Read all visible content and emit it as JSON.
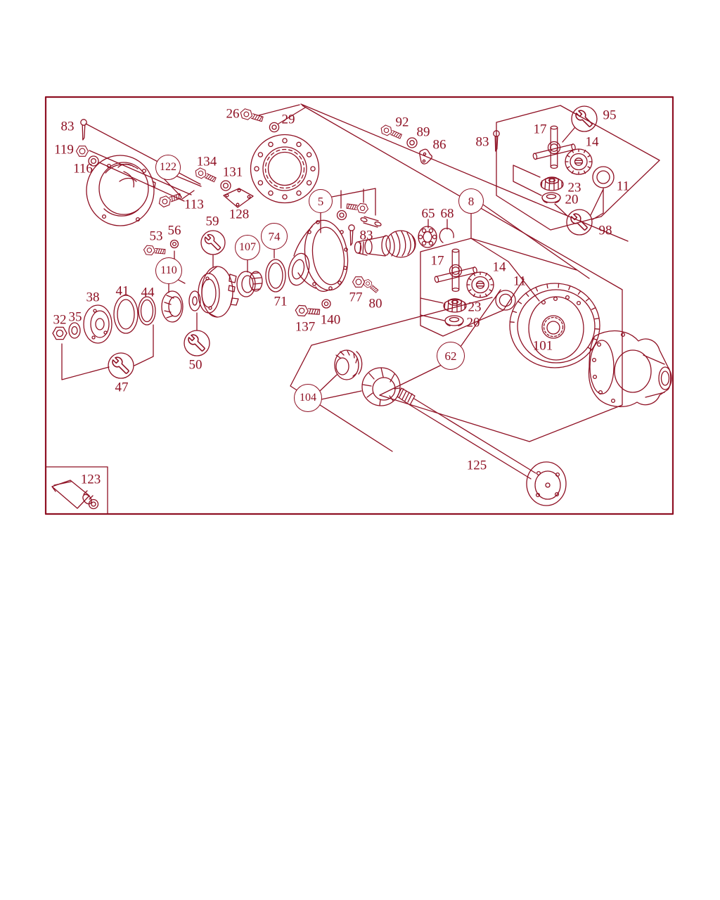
{
  "diagram": {
    "type": "exploded-parts-diagram",
    "subject": "rear axle differential assembly",
    "colors": {
      "line": "#8e1023",
      "background": "#ffffff"
    },
    "icons": {
      "tool_symbol": "wrench-icon"
    },
    "labels": {
      "n83a": "83",
      "n119": "119",
      "n116": "116",
      "n113": "113",
      "n134": "134",
      "n131": "131",
      "n128": "128",
      "n26": "26",
      "n29": "29",
      "n92": "92",
      "n89": "89",
      "n86": "86",
      "n83b": "83",
      "n17a": "17",
      "n95": "95",
      "n14a": "14",
      "n23a": "23",
      "n20a": "20",
      "n11a": "11",
      "n98": "98",
      "n83c": "83",
      "n65": "65",
      "n68": "68",
      "n17b": "17",
      "n14b": "14",
      "n23b": "23",
      "n20b": "20",
      "n11b": "11",
      "n53": "53",
      "n56": "56",
      "n59": "59",
      "n71": "71",
      "n32": "32",
      "n35": "35",
      "n38": "38",
      "n41": "41",
      "n44": "44",
      "n47": "47",
      "n50": "50",
      "n137": "137",
      "n140": "140",
      "n77": "77",
      "n80": "80",
      "n101": "101",
      "n125": "125",
      "n123": "123"
    },
    "callouts": {
      "c122": "122",
      "c110": "110",
      "c107": "107",
      "c74": "74",
      "c5": "5",
      "c8": "8",
      "c62": "62",
      "c104": "104"
    }
  }
}
